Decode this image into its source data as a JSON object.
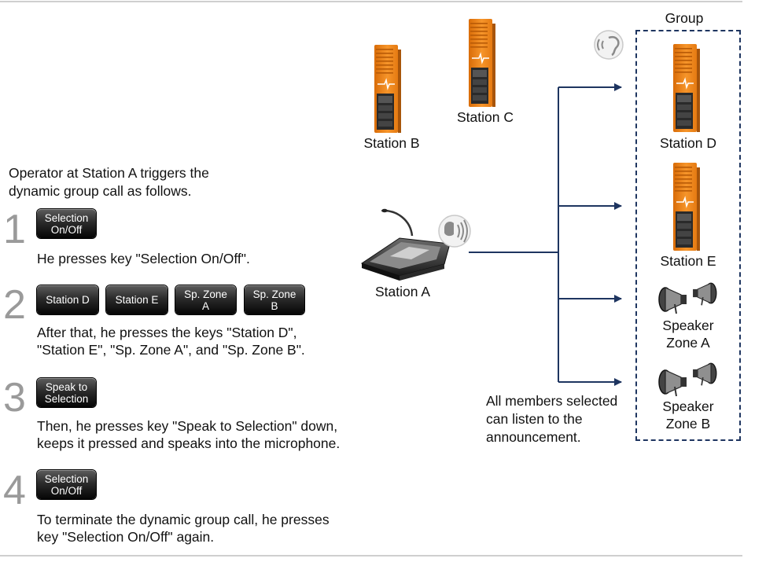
{
  "intro": "Operator at Station A triggers the\ndynamic group call as follows.",
  "steps": [
    {
      "number": "1",
      "keys": [
        "Selection\nOn/Off"
      ],
      "text": "He presses key \"Selection On/Off\"."
    },
    {
      "number": "2",
      "keys": [
        "Station D",
        "Station E",
        "Sp. Zone\nA",
        "Sp. Zone\nB"
      ],
      "text": "After that, he presses the keys \"Station D\",\n\"Station E\", \"Sp. Zone A\", and \"Sp. Zone B\"."
    },
    {
      "number": "3",
      "keys": [
        "Speak to\nSelection"
      ],
      "text": "Then, he presses key \"Speak to Selection\" down,\nkeeps it pressed and speaks into the microphone."
    },
    {
      "number": "4",
      "keys": [
        "Selection\nOn/Off"
      ],
      "text": "To terminate the dynamic group call, he presses\nkey \"Selection On/Off\" again."
    }
  ],
  "stations": {
    "a": "Station A",
    "b": "Station B",
    "c": "Station C",
    "d": "Station D",
    "e": "Station E"
  },
  "speakers": {
    "zone_a": "Speaker\nZone A",
    "zone_b": "Speaker\nZone B"
  },
  "group_title": "Group",
  "note": "All members selected\ncan listen to the\nannouncement.",
  "colors": {
    "station_orange": "#f08a1c",
    "line_navy": "#1e3560",
    "step_grey": "#9a9a9a"
  },
  "icons": [
    "speaking-icon",
    "listening-icon",
    "microphone-console-icon",
    "horn-speaker-icon",
    "intercom-station-icon",
    "arrow-icon"
  ]
}
